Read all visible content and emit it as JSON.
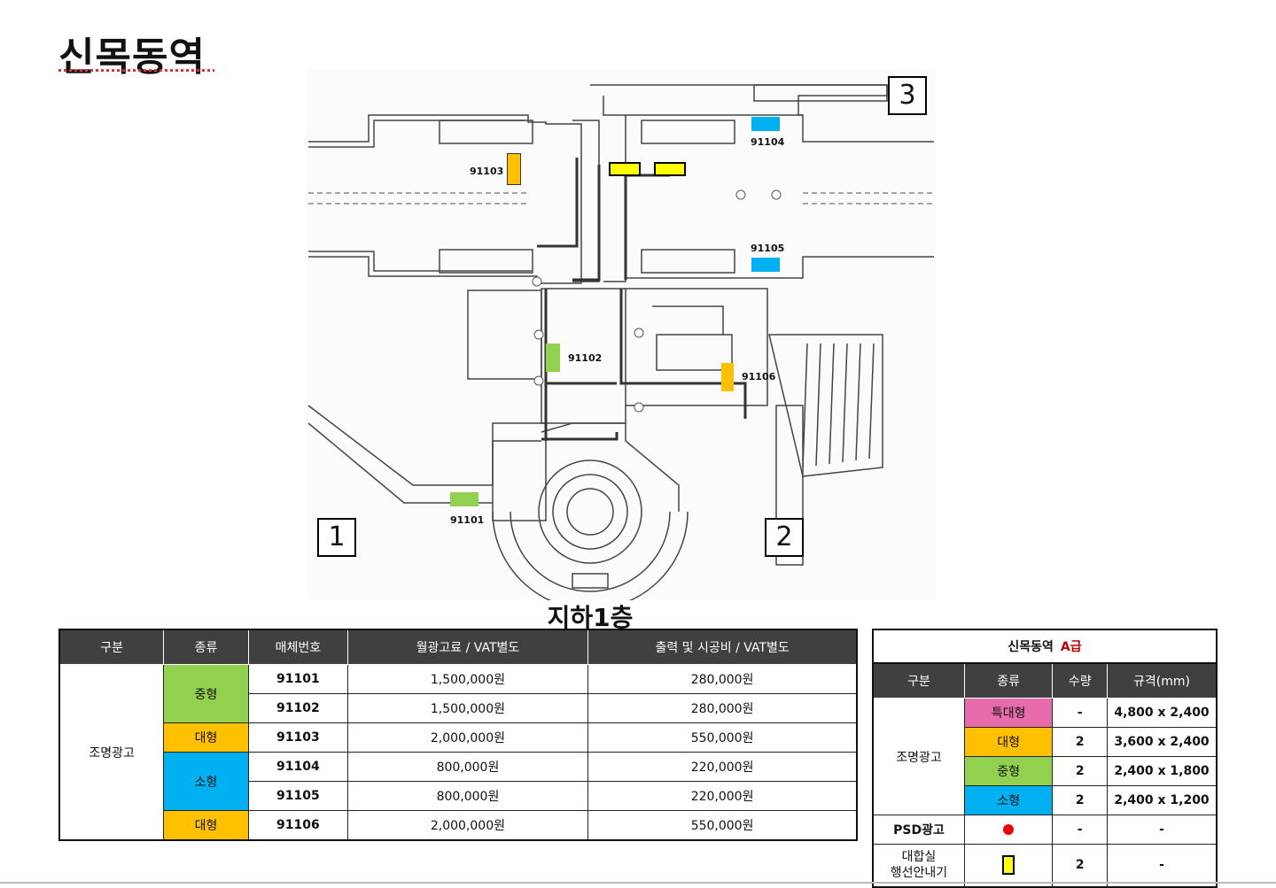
{
  "title": "신목동역",
  "floor": "지하1층",
  "exits": [
    "1",
    "2",
    "3"
  ],
  "media_labels": [
    "91101",
    "91102",
    "91103",
    "91104",
    "91105",
    "91106"
  ],
  "colors": {
    "medium": "#92d050",
    "large": "#ffc000",
    "small": "#00b0f0",
    "extra_large": "#e86cab",
    "guide": "#ffff00",
    "psd": "#ee0000"
  },
  "main_table": {
    "headers": [
      "구분",
      "종류",
      "매체번호",
      "월광고료 / VAT별도",
      "출력 및 시공비 / VAT별도"
    ],
    "category": "조명광고",
    "types": [
      "중형",
      "대형",
      "소형",
      "대형"
    ],
    "rows": [
      {
        "id": "91101",
        "fee": "1,500,000원",
        "cost": "280,000원"
      },
      {
        "id": "91102",
        "fee": "1,500,000원",
        "cost": "280,000원"
      },
      {
        "id": "91103",
        "fee": "2,000,000원",
        "cost": "550,000원"
      },
      {
        "id": "91104",
        "fee": "800,000원",
        "cost": "220,000원"
      },
      {
        "id": "91105",
        "fee": "800,000원",
        "cost": "220,000원"
      },
      {
        "id": "91106",
        "fee": "2,000,000원",
        "cost": "550,000원"
      }
    ]
  },
  "side_table": {
    "station": "신목동역",
    "grade": "A급",
    "headers": [
      "구분",
      "종류",
      "수량",
      "규격(mm)"
    ],
    "lighting": {
      "category": "조명광고",
      "rows": [
        {
          "type": "특대형",
          "qty": "-",
          "spec": "4,800 x 2,400"
        },
        {
          "type": "대형",
          "qty": "2",
          "spec": "3,600 x 2,400"
        },
        {
          "type": "중형",
          "qty": "2",
          "spec": "2,400 x 1,800"
        },
        {
          "type": "소형",
          "qty": "2",
          "spec": "2,400 x 1,200"
        }
      ]
    },
    "psd": {
      "category": "PSD광고",
      "qty": "-",
      "spec": "-"
    },
    "guide": {
      "category_line1": "대합실",
      "category_line2": "행선안내기",
      "qty": "2",
      "spec": "-"
    }
  }
}
